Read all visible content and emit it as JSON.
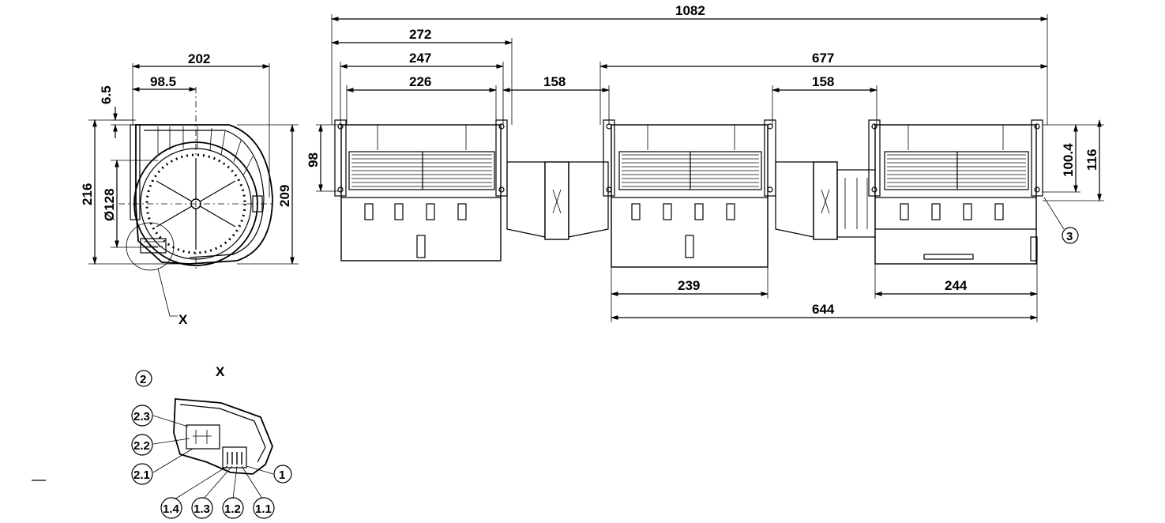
{
  "dimensions": {
    "overall_length": "1082",
    "left_side_272": "272",
    "left_side_247": "247",
    "left_side_226": "226",
    "gap_left": "158",
    "right_group_677": "677",
    "gap_right": "158",
    "end_height_100_4": "100.4",
    "end_height_116": "116",
    "flange_98": "98",
    "bottom_239": "239",
    "bottom_244": "244",
    "bottom_644": "644",
    "side_width_202": "202",
    "side_offset_98_5": "98.5",
    "side_small_6_5": "6.5",
    "side_height_216": "216",
    "side_diameter_128": "Ø128",
    "side_height_209": "209"
  },
  "labels": {
    "detail_x_leader": "X",
    "detail_x_title": "X"
  },
  "callouts": {
    "c1": "1",
    "c2": "2",
    "c3": "3",
    "c1_1": "1.1",
    "c1_2": "1.2",
    "c1_3": "1.3",
    "c1_4": "1.4",
    "c2_1": "2.1",
    "c2_2": "2.2",
    "c2_3": "2.3"
  }
}
